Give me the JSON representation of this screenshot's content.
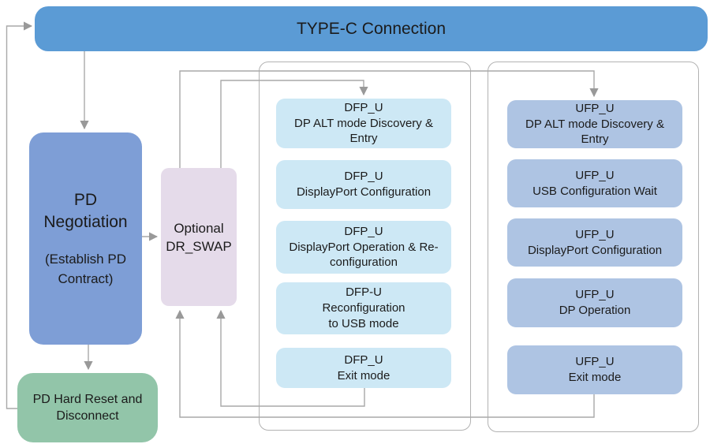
{
  "diagram": {
    "typec_label": "TYPE-C Connection",
    "pd_negotiation": {
      "title": "PD\nNegotiation",
      "subtitle": "(Establish PD\nContract)"
    },
    "dr_swap_label": "Optional\nDR_SWAP",
    "pd_hard_reset_label": "PD Hard Reset and\nDisconnect",
    "dfp_column": {
      "items": [
        {
          "title": "DFP_U",
          "subtitle": "DP ALT mode Discovery &\nEntry"
        },
        {
          "title": "DFP_U",
          "subtitle": "DisplayPort Configuration"
        },
        {
          "title": "DFP_U",
          "subtitle": "DisplayPort Operation & Re-\nconfiguration"
        },
        {
          "title": "DFP-U",
          "subtitle": "Reconfiguration\nto USB mode"
        },
        {
          "title": "DFP_U",
          "subtitle": "Exit mode"
        }
      ]
    },
    "ufp_column": {
      "items": [
        {
          "title": "UFP_U",
          "subtitle": "DP ALT mode Discovery &\nEntry"
        },
        {
          "title": "UFP_U",
          "subtitle": "USB Configuration Wait"
        },
        {
          "title": "UFP_U",
          "subtitle": "DisplayPort Configuration"
        },
        {
          "title": "UFP_U",
          "subtitle": "DP Operation"
        },
        {
          "title": "UFP_U",
          "subtitle": "Exit mode"
        }
      ]
    },
    "colors": {
      "typec_fill": "#5b9bd5",
      "pd_negotiation_fill": "#7e9ed6",
      "pd_hard_reset_fill": "#92c5a9",
      "dr_swap_fill": "#e5dbea",
      "dfp_box_fill": "#cde8f5",
      "ufp_box_fill": "#aec4e3",
      "connector_line": "#a9a9a9",
      "container_border": "#b2b2b2",
      "text": "#1b1b1b"
    }
  }
}
